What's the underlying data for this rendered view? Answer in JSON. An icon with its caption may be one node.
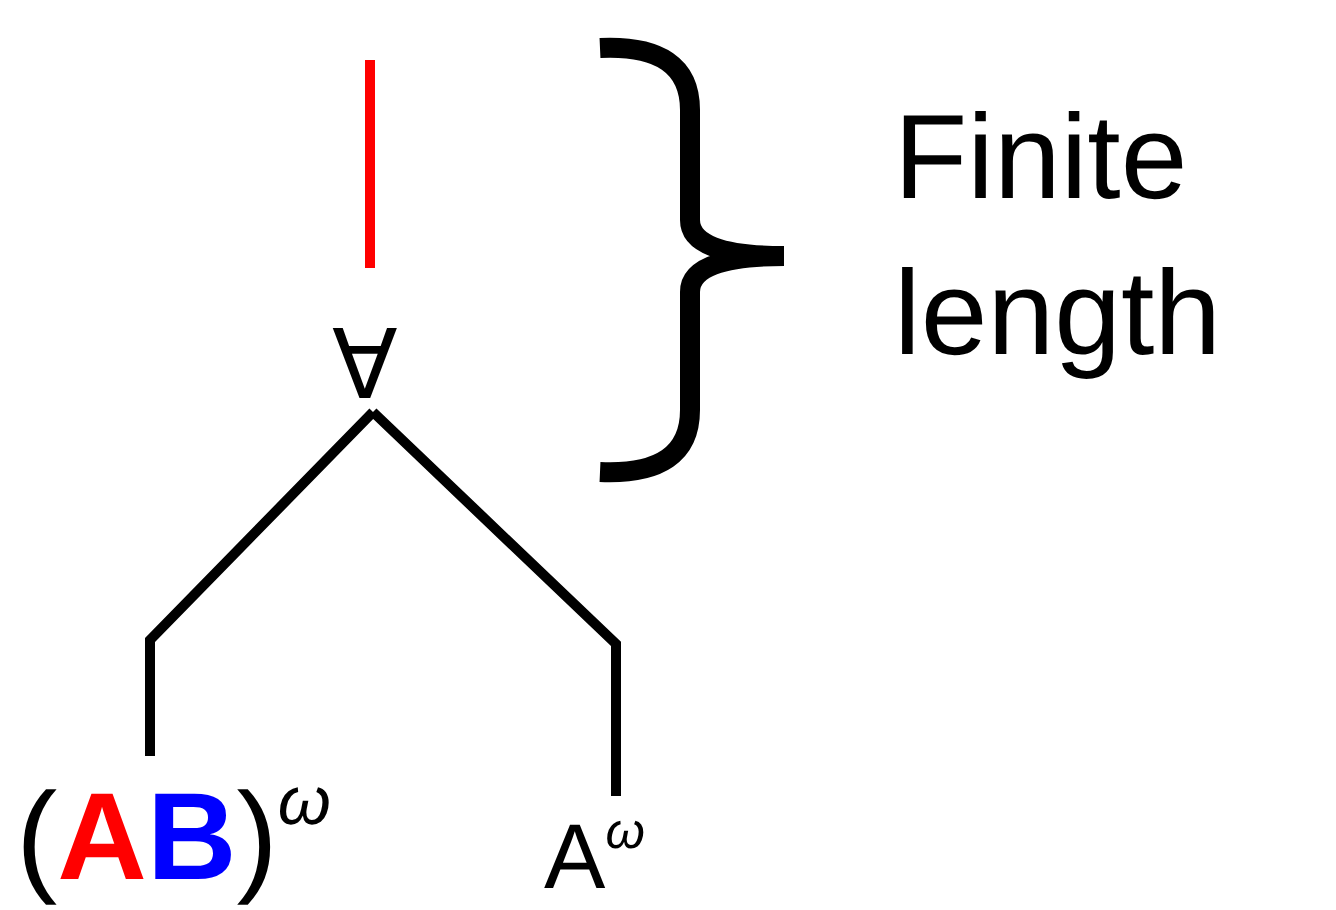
{
  "diagram": {
    "nodes": [
      {
        "text": [
          "∀"
        ]
      },
      {
        "text": [
          "(**AB**)$^{ω}$"
        ]
      },
      {
        "text": [
          "A$^{ω}$"
        ]
      }
    ],
    "edges": [
      {
        "from": null,
        "to": 0,
        "arrow": "none",
        "color": "#ff0000"
      },
      {
        "from": 0,
        "to": 1,
        "arrow": "none"
      },
      {
        "from": 0,
        "to": 2,
        "arrow": "none"
      }
    ],
    "labels": [
      "Finite length"
    ]
  }
}
